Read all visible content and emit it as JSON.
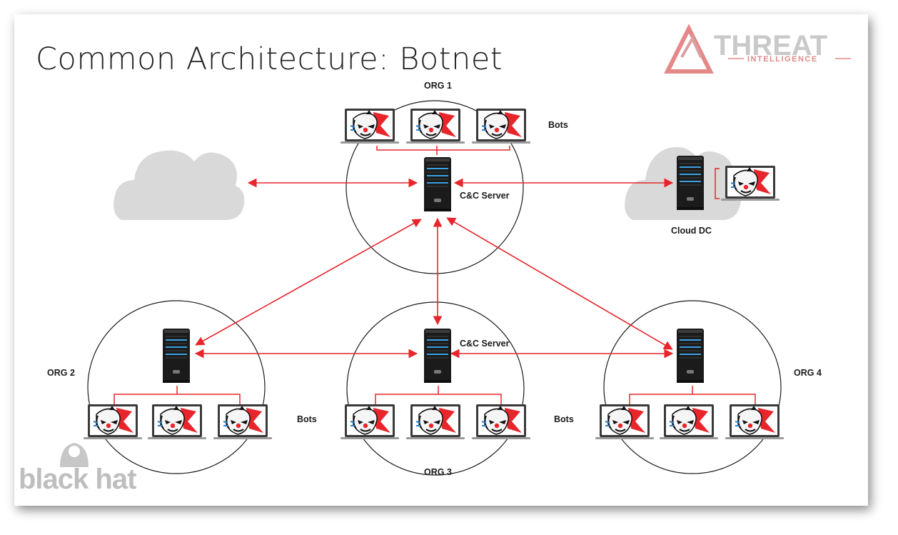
{
  "slide": {
    "title": "Common Architecture: Botnet"
  },
  "logos": {
    "threat": "THREAT",
    "intelligence": "INTELLIGENCE",
    "blackhat": "black hat"
  },
  "diagram": {
    "labels": {
      "org1": "ORG 1",
      "org2": "ORG 2",
      "org3": "ORG 3",
      "org4": "ORG 4",
      "bots_org1": "Bots",
      "bots_org2": "Bots",
      "bots_org3": "Bots",
      "cc_server_org1": "C&C Server",
      "cc_server_org3": "C&C Server",
      "cloud_dc": "Cloud DC"
    },
    "colors": {
      "arrow": "#e8252b",
      "server": "#1b1b1b",
      "server_light": "#3aa0e0",
      "cloud": "#d9d9d9",
      "circle": "#1a1a1a"
    },
    "icons": [
      "laptop-icon",
      "server-icon",
      "cloud-icon",
      "jester-mask-icon"
    ]
  }
}
